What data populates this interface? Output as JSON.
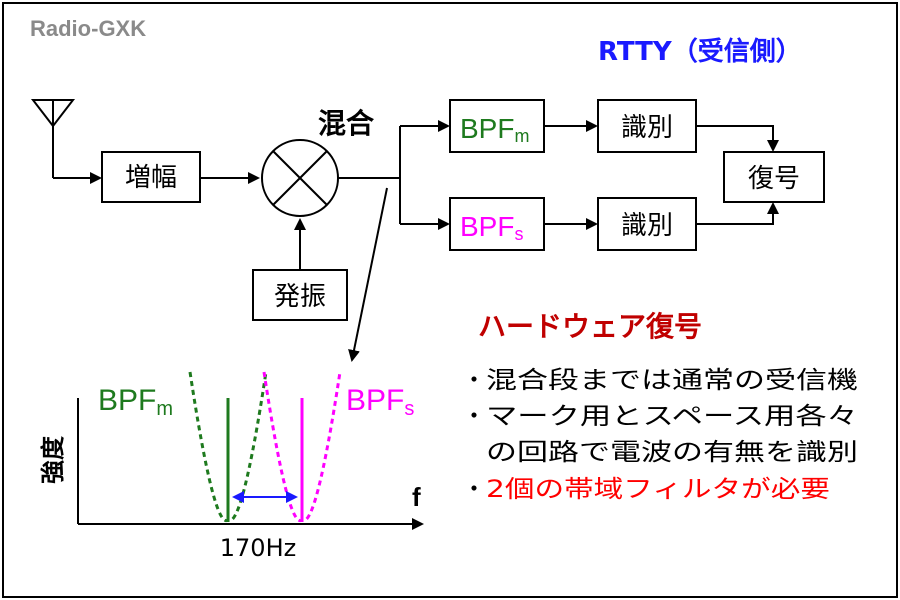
{
  "watermark": "Radio-GXK",
  "title": "RTTY（受信側）",
  "blocks": {
    "amp": "増幅",
    "mixer_label": "混合",
    "oscillator": "発振",
    "detect_upper": "識別",
    "detect_lower": "識別",
    "decode": "復号"
  },
  "bpf_m": {
    "main": "BPF",
    "sub": "m"
  },
  "bpf_s": {
    "main": "BPF",
    "sub": "s"
  },
  "spectrum": {
    "y_axis_label": "強度",
    "x_axis_label": "f",
    "bandwidth_label": "170Hz",
    "bpf_m_label": {
      "main": "BPF",
      "sub": "m"
    },
    "bpf_s_label": {
      "main": "BPF",
      "sub": "s"
    }
  },
  "notes": {
    "heading": "ハードウェア復号",
    "lines": [
      {
        "bullet": "・",
        "text": "混合段までは通常の受信機"
      },
      {
        "bullet": "・",
        "text": "マーク用とスペース用各々"
      },
      {
        "bullet": "",
        "text": "の回路で電波の有無を識別"
      },
      {
        "bullet": "・",
        "text": "2個の帯域フィルタが必要"
      }
    ]
  },
  "colors": {
    "title": "#1a1aff",
    "mark_green": "#1e7a1e",
    "space_magenta": "#ff00ff",
    "heading_red": "#c00000",
    "note_red": "#ff0000",
    "watermark_gray": "#8a8a8a",
    "arrow_blue": "#1a1aff"
  }
}
